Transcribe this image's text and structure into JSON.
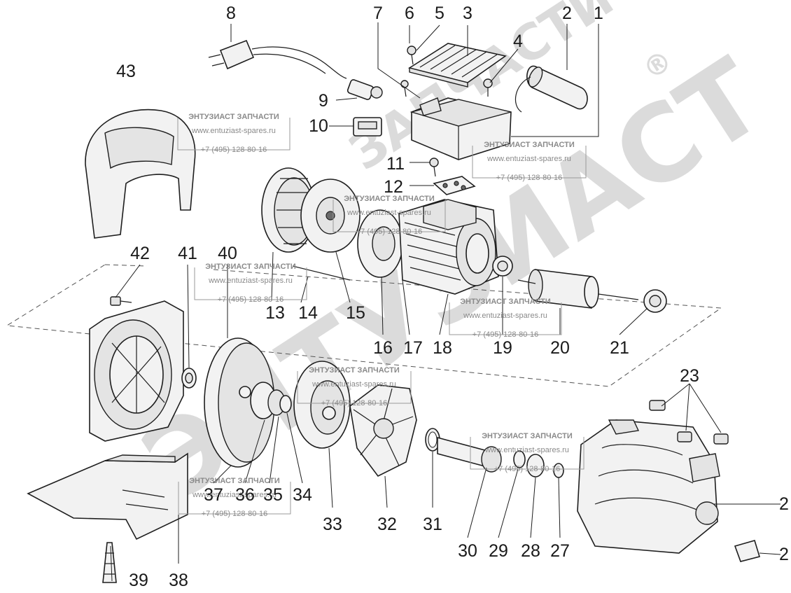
{
  "watermark": {
    "big_text": "ЭНТУЗИАСТ",
    "small_text": "ЗАПЧАСТИ",
    "registered": "®",
    "stamp_title": "ЭНТУЗИАСТ ЗАПЧАСТИ",
    "stamp_url": "www.entuziast-spares.ru",
    "stamp_phone": "+7 (495) 128-80-16"
  },
  "part_numbers": [
    "1",
    "2",
    "3",
    "4",
    "5",
    "6",
    "7",
    "8",
    "9",
    "10",
    "11",
    "12",
    "13",
    "14",
    "15",
    "16",
    "17",
    "18",
    "19",
    "20",
    "21",
    "23",
    "27",
    "28",
    "29",
    "30",
    "31",
    "32",
    "33",
    "34",
    "35",
    "36",
    "37",
    "38",
    "39",
    "40",
    "41",
    "42",
    "43"
  ],
  "cut_labels": {
    "housing": "2",
    "plug": "2"
  }
}
